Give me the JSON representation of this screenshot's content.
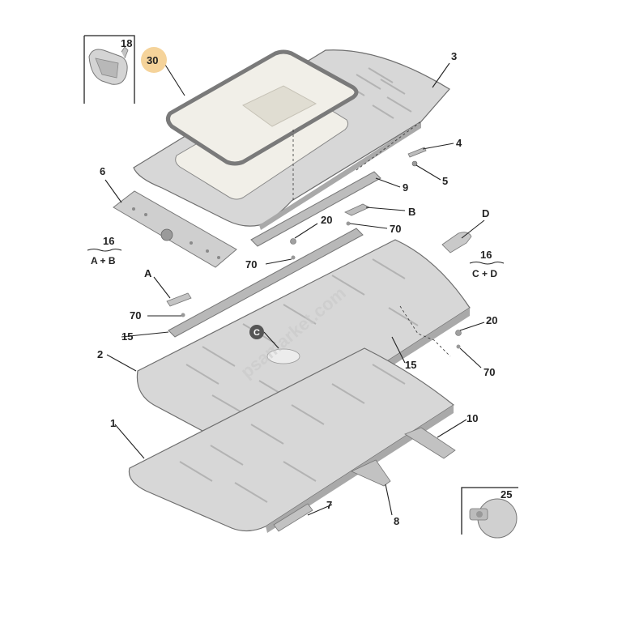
{
  "watermark": "psamarket.com",
  "colors": {
    "panel": "#d7d7d7",
    "panel_dark": "#a9a9a9",
    "rib": "#b3b3b3",
    "glass": "#f1efe8",
    "highlight": "#f5d39a",
    "callout_circle": "#555555"
  },
  "labels": {
    "l1": "1",
    "l2": "2",
    "l3": "3",
    "l4": "4",
    "l5": "5",
    "l6": "6",
    "l7": "7",
    "l8": "8",
    "l9": "9",
    "l10": "10",
    "l15a": "15",
    "l15b": "15",
    "l16a": "16",
    "l16a_sub": "A + B",
    "l16b": "16",
    "l16b_sub": "C + D",
    "l18": "18",
    "l20a": "20",
    "l20b": "20",
    "l25": "25",
    "l30": "30",
    "l70a": "70",
    "l70b": "70",
    "l70c": "70",
    "l70d": "70",
    "lA": "A",
    "lB": "B",
    "lC": "C",
    "lD": "D"
  }
}
